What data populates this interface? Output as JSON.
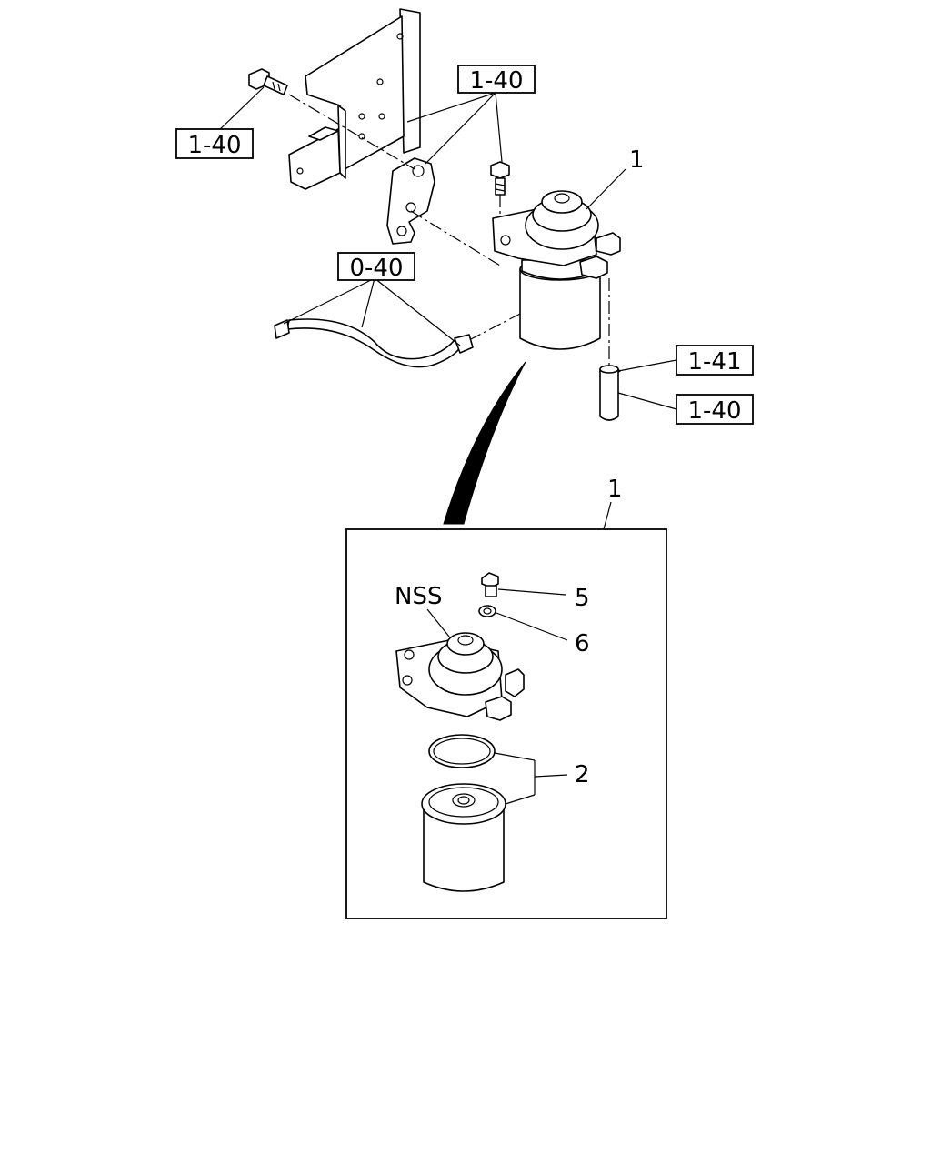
{
  "top_refs": {
    "bolt_ref": "1-40",
    "bracket_ref": "1-40",
    "hose_ref": "0-40",
    "clip_ref": "1-41",
    "pipe_ref": "1-40"
  },
  "top_callouts": {
    "filter_assembly": "1"
  },
  "detail": {
    "callout": "1",
    "nss_label": "NSS",
    "screw": "5",
    "washer": "6",
    "element_and_ring": "2"
  }
}
